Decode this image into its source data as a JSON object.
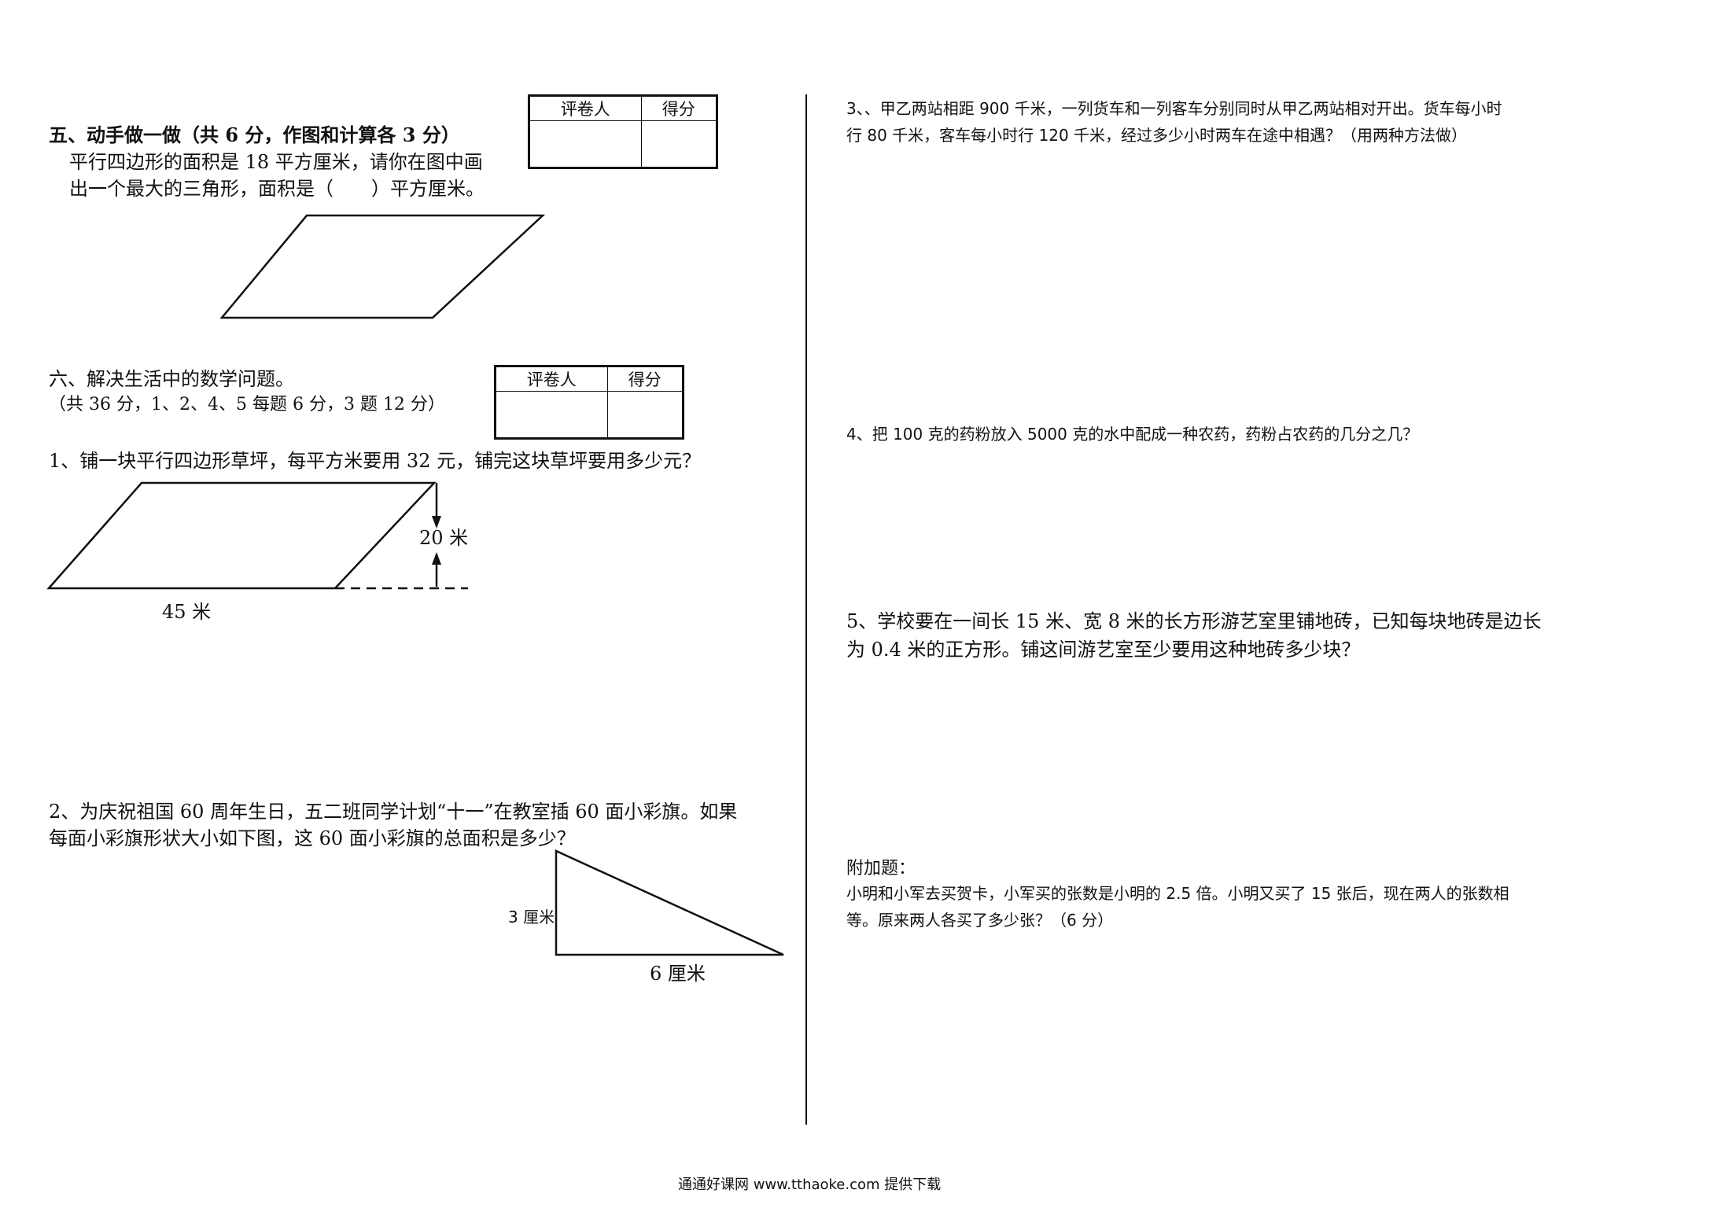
{
  "left": {
    "sec5": {
      "title": "五、动手做一做（共 6 分，作图和计算各 3 分）",
      "line1": "平行四边形的面积是 18 平方厘米，请你在图中画",
      "line2": "出一个最大的三角形，面积是（　　）平方厘米。"
    },
    "score_table_1": {
      "h1": "评卷人",
      "h2": "得分"
    },
    "sec6": {
      "title": "六、解决生活中的数学问题。",
      "subtitle": "（共 36 分，1、2、4、5 每题 6 分，3 题 12 分）"
    },
    "score_table_2": {
      "h1": "评卷人",
      "h2": "得分"
    },
    "q1": {
      "text": "1、铺一块平行四边形草坪，每平方米要用 32 元，铺完这块草坪要用多少元？",
      "height_label": "20 米",
      "base_label": "45 米"
    },
    "q2": {
      "line1": "2、为庆祝祖国 60 周年生日，五二班同学计划“十一”在教室插 60 面小彩旗。如果",
      "line2": "每面小彩旗形状大小如下图，这 60 面小彩旗的总面积是多少？",
      "side_label": "3 厘米",
      "base_label": "6 厘米"
    }
  },
  "right": {
    "q3": {
      "line1": "3、、甲乙两站相距 900 千米，一列货车和一列客车分别同时从甲乙两站相对开出。货车每小时",
      "line2": "行 80 千米，客车每小时行 120 千米，经过多少小时两车在途中相遇？（用两种方法做）"
    },
    "q4": {
      "text": "4、把 100 克的药粉放入 5000 克的水中配成一种农药，药粉占农药的几分之几？"
    },
    "q5": {
      "line1": "5、学校要在一间长 15 米、宽 8 米的长方形游艺室里铺地砖，已知每块地砖是边长",
      "line2": "为 0.4 米的正方形。铺这间游艺室至少要用这种地砖多少块？"
    },
    "bonus": {
      "title": "附加题：",
      "line1": "小明和小军去买贺卡，小军买的张数是小明的 2.5 倍。小明又买了 15 张后，现在两人的张数相",
      "line2": "等。原来两人各买了多少张？（6 分）"
    }
  },
  "footer": {
    "text": "通通好课网  www.tthaoke.com  提供下载"
  }
}
